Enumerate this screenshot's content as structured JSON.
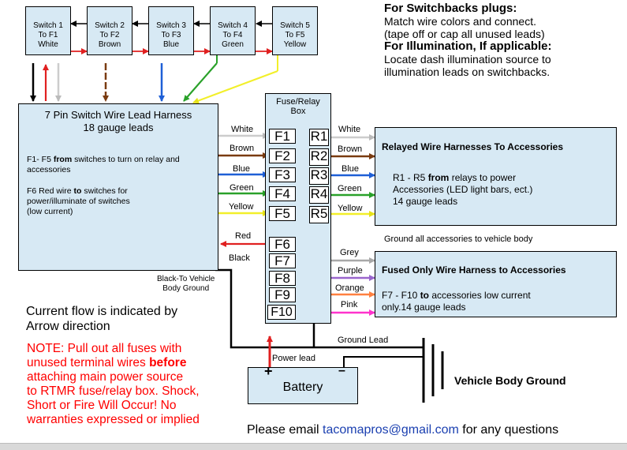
{
  "switches": [
    {
      "line1": "Switch 1",
      "line2": "To F1",
      "line3": "White"
    },
    {
      "line1": "Switch 2",
      "line2": "To F2",
      "line3": "Brown"
    },
    {
      "line1": "Switch 3",
      "line2": "To F3",
      "line3": "Blue"
    },
    {
      "line1": "Switch 4",
      "line2": "To F4",
      "line3": "Green"
    },
    {
      "line1": "Switch 5",
      "line2": "To F5",
      "line3": "Yellow"
    }
  ],
  "instructions": {
    "heading1": "For Switchbacks plugs:",
    "line1": "Match wire colors and connect.",
    "line2": "(tape off or cap all unused leads)",
    "heading2": "For Illumination, If applicable:",
    "line3": "Locate dash illumination source to",
    "line4": "illumination leads on switchbacks."
  },
  "harness": {
    "title": "7 Pin Switch Wire Lead Harness",
    "subtitle": "18 gauge leads",
    "f_text_a": "F1- F5 ",
    "f_text_bold": "from",
    "f_text_b": " switches to turn on relay and",
    "f_text_c": "accessories",
    "f6_text_a": "F6 Red wire ",
    "f6_text_bold": "to",
    "f6_text_b": " switches for",
    "f6_text_c": "power/illuminate of switches",
    "f6_text_d": "(low current)"
  },
  "fuse_box": {
    "title1": "Fuse/Relay",
    "title2": "Box"
  },
  "fuses": [
    "F1",
    "F2",
    "F3",
    "F4",
    "F5",
    "F6",
    "F7",
    "F8",
    "F9",
    "F10"
  ],
  "relays": [
    "R1",
    "R2",
    "R3",
    "R4",
    "R5"
  ],
  "left_wire_labels": [
    "White",
    "Brown",
    "Blue",
    "Green",
    "Yellow"
  ],
  "right_wire_labels": [
    "White",
    "Brown",
    "Blue",
    "Green",
    "Yellow"
  ],
  "f6_label": "Red",
  "black_label": "Black",
  "fused_labels": [
    "Grey",
    "Purple",
    "Orange",
    "Pink"
  ],
  "relayed_box": {
    "title": "Relayed Wire Harnesses To Accessories",
    "line1_a": "R1 - R5 ",
    "line1_bold": "from",
    "line1_b": " relays to power",
    "line2": "Accessories (LED light bars, ect.)",
    "line3": "14 gauge leads"
  },
  "ground_note": "Ground all accessories to vehicle body",
  "fused_box": {
    "title": "Fused Only Wire Harness to Accessories",
    "line1_a": "F7 - F10 ",
    "line1_bold": "to",
    "line1_b": " accessories low current",
    "line2": "only.14 gauge leads"
  },
  "black_ground": {
    "line1": "Black-To Vehicle",
    "line2": "Body Ground"
  },
  "current_flow": {
    "line1": "Current flow is indicated by",
    "line2": "Arrow direction"
  },
  "note": {
    "a": "NOTE: Pull out all fuses with",
    "b_a": "unused terminal wires ",
    "b_bold": "before",
    "c": "attaching main power source",
    "d": "to RTMR fuse/relay box. Shock,",
    "e": "Short or Fire Will Occur! No",
    "f": "warranties expressed or implied"
  },
  "ground_lead": "Ground Lead",
  "power_lead": "Power lead",
  "battery": {
    "label": "Battery",
    "plus": "+",
    "minus": "–"
  },
  "vehicle_ground": "Vehicle Body Ground",
  "email": {
    "a": "Please email ",
    "link": "tacomapros@gmail.com",
    "b": " for any questions"
  },
  "colors": {
    "white_wire": "#cccccc",
    "brown_wire": "#7a3b10",
    "blue_wire": "#1e5fd6",
    "green_wire": "#2aa12a",
    "yellow_wire": "#f2ef2a",
    "red_wire": "#e02020",
    "grey_wire": "#a8a8a8",
    "purple_wire": "#9966cc",
    "orange_wire": "#ff8040",
    "pink_wire": "#ff33cc",
    "box_fill": "#d7e9f4",
    "note_red": "#ff0000",
    "link_blue": "#1a3fb0"
  }
}
